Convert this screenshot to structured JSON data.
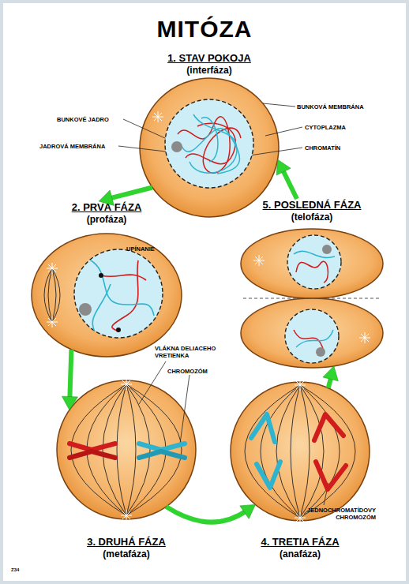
{
  "diagram": {
    "title": "MITÓZA",
    "nodes": [
      {
        "text": [
          "1. STAV POKOJA",
          "(interfáza)"
        ]
      },
      {
        "text": [
          "2. PRVÁ FÁZA",
          "(profáza)"
        ]
      },
      {
        "text": [
          "3. DRUHÁ FÁZA",
          "(metafáza)"
        ]
      },
      {
        "text": [
          "4. TRETIA FÁZA",
          "(anafáza)"
        ]
      },
      {
        "text": [
          "5. POSLEDNÁ FÁZA",
          "(telofáza)"
        ]
      }
    ],
    "edges": [
      {
        "from": 0,
        "to": 1,
        "arrow": "to"
      },
      {
        "from": 1,
        "to": 2,
        "arrow": "to"
      },
      {
        "from": 2,
        "to": 3,
        "arrow": "to"
      },
      {
        "from": 3,
        "to": 4,
        "arrow": "to"
      },
      {
        "from": 4,
        "to": 0,
        "arrow": "to"
      }
    ],
    "labels": [
      "BUNKOVÉ JADRO",
      "JADROVÁ MEMBRÁNA",
      "BUNKOVÁ MEMBRÁNA",
      "CYTOPLAZMA",
      "CHROMATÍN",
      "UPÍNANIE",
      "VLÁKNA DELIACEHO VRETIENKA",
      "CHROMOZÓM",
      "JEDNOCHROMATÍDOVY CHROMOZÓM",
      "Z34"
    ]
  }
}
